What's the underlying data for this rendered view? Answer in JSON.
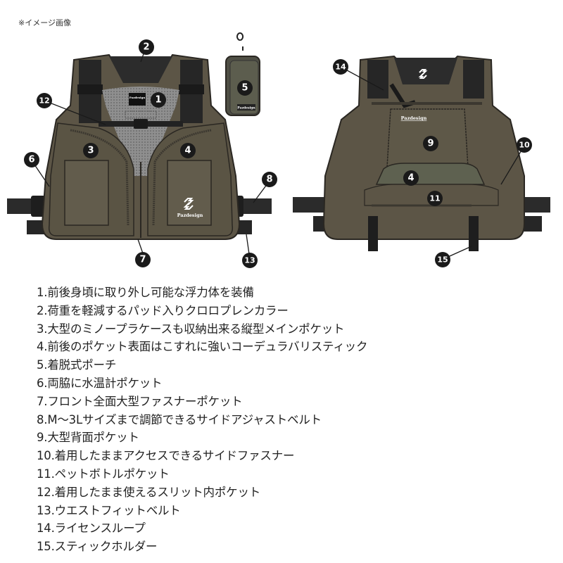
{
  "header": {
    "note": "※イメージ画像"
  },
  "colors": {
    "vest_body": "#5c5546",
    "vest_outline": "#2a2722",
    "vest_panel": "#6b6454",
    "pocket_fill": "#625c4c",
    "bottle_pocket_fill": "#5e6150",
    "mesh": "#8f8f8f",
    "collar_dark": "#2c2c2c",
    "strap": "#262626",
    "callout_bg": "#1a1a1a",
    "callout_text": "#ffffff"
  },
  "illustration": {
    "front_view": {
      "brand_logo": "Pazdesign",
      "chest_label": "Pazdesign",
      "callouts": [
        "1",
        "2",
        "3",
        "4",
        "6",
        "7",
        "8",
        "12",
        "13"
      ]
    },
    "pouch": {
      "brand_logo": "Pazdesign",
      "callouts": [
        "5"
      ]
    },
    "back_view": {
      "brand_logo": "Pazdesign",
      "callouts": [
        "4",
        "9",
        "10",
        "11",
        "14",
        "15"
      ]
    }
  },
  "features": [
    "1.前後身頃に取り外し可能な浮力体を装備",
    "2.荷重を軽減するパッド入りクロロプレンカラー",
    "3.大型のミノープラケースも収納出来る縦型メインポケット",
    "4.前後のポケット表面はこすれに強いコーデュラバリスティック",
    "5.着脱式ポーチ",
    "6.両脇に水温計ポケット",
    "7.フロント全面大型ファスナーポケット",
    "8.M～3Lサイズまで調節できるサイドアジャストベルト",
    "9.大型背面ポケット",
    "10.着用したままアクセスできるサイドファスナー",
    "11.ペットボトルポケット",
    "12.着用したまま使えるスリット内ポケット",
    "13.ウエストフィットベルト",
    "14.ライセンスループ",
    "15.スティックホルダー"
  ]
}
